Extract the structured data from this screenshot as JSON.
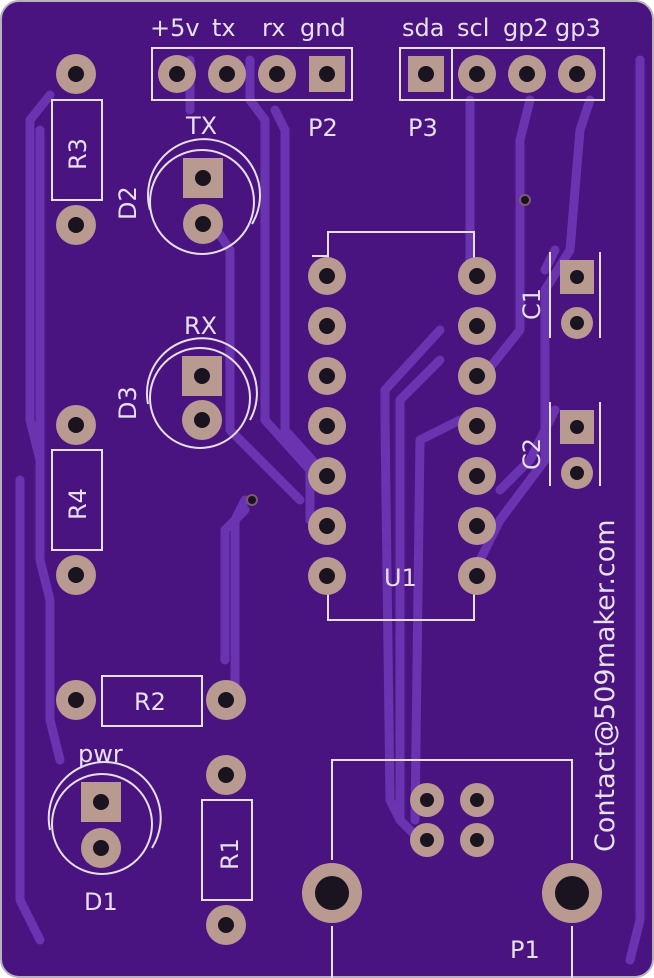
{
  "board": {
    "header_labels": [
      "+5v",
      "tx",
      "rx",
      "gnd",
      "sda",
      "scl",
      "gp2",
      "gp3"
    ],
    "connectors": {
      "p2": "P2",
      "p3": "P3",
      "p1": "P1"
    },
    "leds": {
      "d2": "D2",
      "d3": "D3",
      "d1": "D1",
      "d2_label": "TX",
      "d3_label": "RX",
      "d1_label": "pwr"
    },
    "resistors": {
      "r1": "R1",
      "r2": "R2",
      "r3": "R3",
      "r4": "R4"
    },
    "capacitors": {
      "c1": "C1",
      "c2": "C2"
    },
    "ic": {
      "u1": "U1"
    },
    "contact": "Contact@509maker.com"
  },
  "colors": {
    "board": "#4a1480",
    "edge": "#b8b2bc",
    "pad": "#b89a90",
    "hole": "#1a1420",
    "silk": "#e6e0ea"
  }
}
